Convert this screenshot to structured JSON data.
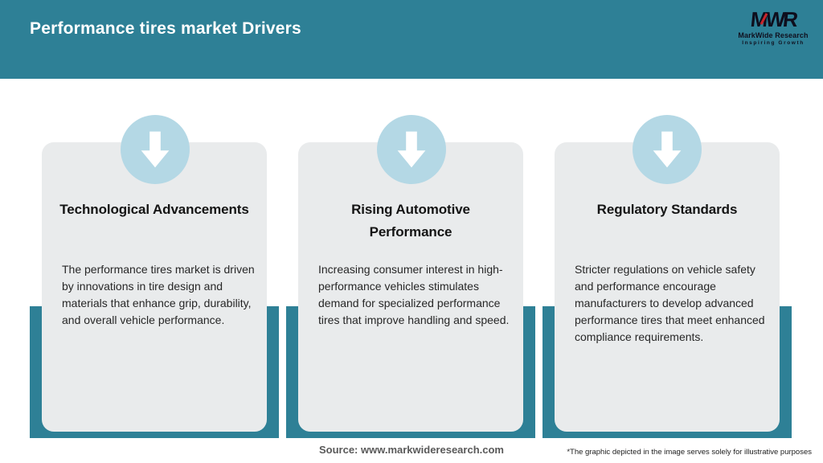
{
  "header": {
    "title": "Performance tires market Drivers"
  },
  "logo": {
    "monogram": "MWR",
    "name": "MarkWide Research",
    "tagline": "Inspiring Growth"
  },
  "cards": [
    {
      "title": "Technological Advancements",
      "description": "The performance tires market is driven by innovations in tire design and materials that enhance grip, durability, and overall vehicle performance."
    },
    {
      "title": "Rising Automotive\nPerformance",
      "description": "Increasing consumer interest in high-performance vehicles stimulates demand for specialized performance tires that improve handling and speed."
    },
    {
      "title": "Regulatory Standards",
      "description": "Stricter regulations on vehicle safety and performance encourage manufacturers to develop advanced performance tires that meet enhanced compliance requirements."
    }
  ],
  "footer": {
    "source": "Source: www.markwideresearch.com",
    "disclaimer": "*The graphic depicted in the image serves solely for illustrative purposes"
  },
  "icons": {
    "arrow": "down-arrow"
  },
  "colors": {
    "teal": "#2e8096",
    "circle_blue": "#b4d8e5",
    "card_gray": "#e9ebec",
    "logo_dark": "#0e0e1d",
    "logo_red": "#c9252b",
    "source_gray": "#595959"
  }
}
